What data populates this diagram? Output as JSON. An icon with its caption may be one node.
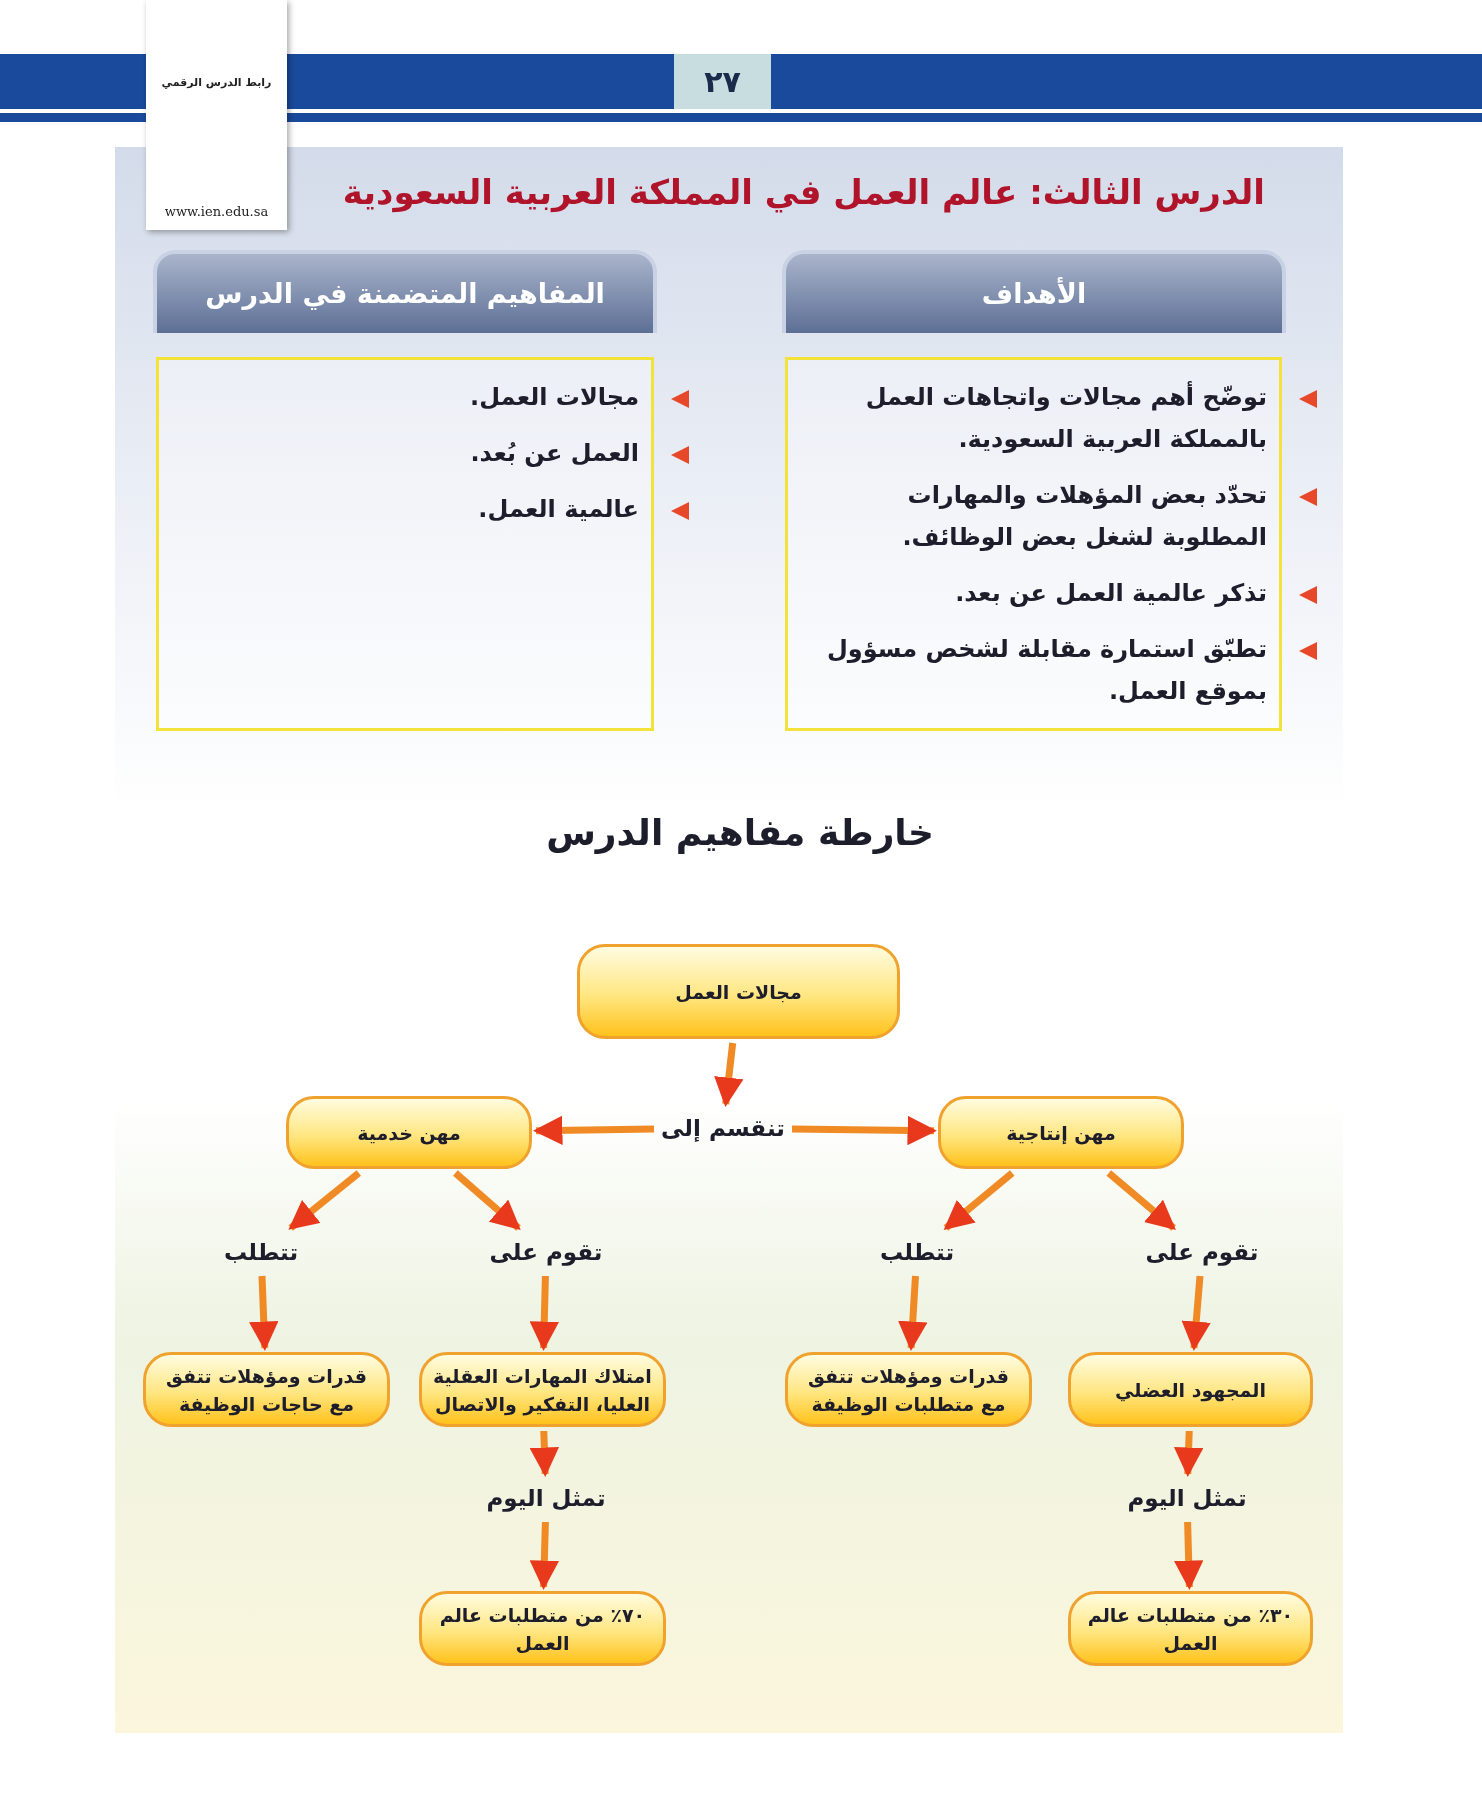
{
  "diagram": {
    "title": "الدرس الثالث: عالم العمل في المملكة العربية السعودية",
    "nodes": [
      {
        "text": [
          "الأهداف"
        ]
      },
      {
        "text": [
          "المفاهيم المتضمنة في الدرس"
        ]
      },
      {
        "text": [
          "توضّح أهم مجالات واتجاهات العمل بالمملكة العربية السعودية.",
          "تحدّد بعض المؤهلات والمهارات المطلوبة لشغل بعض الوظائف.",
          "تذكر عالمية العمل عن بعد.",
          "تطبّق استمارة مقابلة لشخص مسؤول بموقع العمل."
        ]
      },
      {
        "text": [
          "مجالات العمل.",
          "العمل عن بُعد.",
          "عالمية العمل."
        ]
      },
      {
        "text": [
          "مجالات العمل"
        ]
      },
      {
        "text": [
          "تنقسم إلى"
        ]
      },
      {
        "text": [
          "مهن إنتاجية"
        ]
      },
      {
        "text": [
          "مهن خدمية"
        ]
      },
      {
        "text": [
          "تقوم على"
        ]
      },
      {
        "text": [
          "تتطلب"
        ]
      },
      {
        "text": [
          "تقوم على"
        ]
      },
      {
        "text": [
          "تتطلب"
        ]
      },
      {
        "text": [
          "المجهود العضلي"
        ]
      },
      {
        "text": [
          "قدرات ومؤهلات تتفق مع متطلبات الوظيفة"
        ]
      },
      {
        "text": [
          "امتلاك المهارات العقلية العليا، التفكير والاتصال"
        ]
      },
      {
        "text": [
          "قدرات ومؤهلات تتفق مع حاجات الوظيفة"
        ]
      },
      {
        "text": [
          "تمثل اليوم"
        ]
      },
      {
        "text": [
          "تمثل اليوم"
        ]
      },
      {
        "text": [
          "٣٠٪ من متطلبات عالم العمل"
        ]
      },
      {
        "text": [
          "٧٠٪ من متطلبات عالم العمل"
        ]
      }
    ],
    "edges": [
      {
        "from": 4,
        "to": 5,
        "arrow": "to"
      },
      {
        "from": 5,
        "to": 6,
        "arrow": "to"
      },
      {
        "from": 5,
        "to": 7,
        "arrow": "to"
      },
      {
        "from": 6,
        "to": 8,
        "arrow": "to"
      },
      {
        "from": 6,
        "to": 9,
        "arrow": "to"
      },
      {
        "from": 7,
        "to": 10,
        "arrow": "to"
      },
      {
        "from": 7,
        "to": 11,
        "arrow": "to"
      },
      {
        "from": 8,
        "to": 12,
        "arrow": "to"
      },
      {
        "from": 9,
        "to": 13,
        "arrow": "to"
      },
      {
        "from": 10,
        "to": 14,
        "arrow": "to"
      },
      {
        "from": 11,
        "to": 15,
        "arrow": "to"
      },
      {
        "from": 12,
        "to": 16,
        "arrow": "to"
      },
      {
        "from": 16,
        "to": 18,
        "arrow": "to"
      },
      {
        "from": 14,
        "to": 17,
        "arrow": "to"
      },
      {
        "from": 17,
        "to": 19,
        "arrow": "to"
      }
    ],
    "labels": [
      "٢٧",
      "رابط الدرس الرقمي",
      "www.ien.edu.sa",
      "خارطة مفاهيم الدرس"
    ]
  }
}
